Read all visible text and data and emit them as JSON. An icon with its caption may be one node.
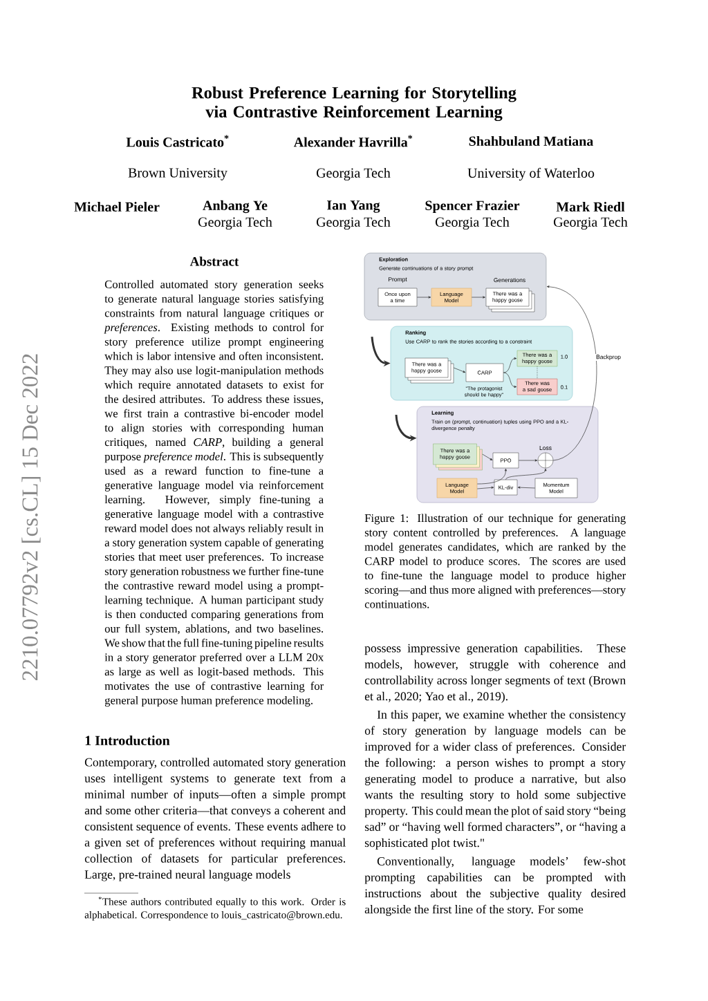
{
  "diagram": {
    "title": "Robust Preference Learning for Storytelling via Contrastive Reinforcement Learning",
    "caption": "Figure 1: Illustration of our technique for generating story content controlled by preferences. A language model generates candidates, which are ranked by the CARP model to produce scores. The scores are used to fine-tune the language model to produce higher scoring—and thus more aligned with preferences—story continuations.",
    "nodes": [
      {
        "text": [
          "Exploration",
          "Generate continuations of a story prompt"
        ]
      },
      {
        "text": [
          "Once upon a time"
        ],
        "in": 0,
        "beside": [
          "Prompt"
        ]
      },
      {
        "text": [
          "Language Model"
        ],
        "in": 0
      },
      {
        "text": [
          "There was a happy goose"
        ],
        "in": 0,
        "beside": [
          "Generations"
        ]
      },
      {
        "text": [
          "Ranking",
          "Use CARP to rank the stories according to a constraint"
        ]
      },
      {
        "text": [
          "There was a happy goose"
        ],
        "in": 4
      },
      {
        "text": [
          "CARP"
        ],
        "in": 4,
        "beside": [
          "\"The protagonist should be happy\""
        ]
      },
      {
        "text": [
          "There was a happy goose"
        ],
        "in": 4,
        "beside": [
          "1.0"
        ]
      },
      {
        "text": [
          "There was a sad goose"
        ],
        "in": 4,
        "beside": [
          "0.1"
        ]
      },
      {
        "text": [
          "Learning",
          "Train on (prompt, continuation) tuples using PPO and a KL-divergence penalty"
        ]
      },
      {
        "text": [
          "There was a happy goose"
        ],
        "in": 9
      },
      {
        "text": [
          "PPO"
        ],
        "in": 9
      },
      {
        "text": [],
        "shape": "circle",
        "in": 9,
        "beside": [
          "Loss"
        ]
      },
      {
        "text": [
          "Language Model"
        ],
        "in": 9
      },
      {
        "text": [
          "KL-div"
        ],
        "in": 9
      },
      {
        "text": [
          "Momentum Model"
        ],
        "in": 9
      }
    ],
    "edges": [
      {
        "from": 1,
        "to": 2,
        "arrow": "to"
      },
      {
        "from": 2,
        "to": 3,
        "arrow": "to"
      },
      {
        "from": 5,
        "to": 6,
        "arrow": "to"
      },
      {
        "from": 6,
        "to": 7,
        "arrow": "to"
      },
      {
        "from": 6,
        "to": 8,
        "arrow": "to"
      },
      {
        "from": 7,
        "to": 8,
        "arrow": "none",
        "style": "dashed"
      },
      {
        "from": 10,
        "to": 11,
        "arrow": "to"
      },
      {
        "from": 11,
        "to": 12,
        "arrow": "to"
      },
      {
        "from": 13,
        "to": 11,
        "arrow": "to"
      },
      {
        "from": 13,
        "to": 14,
        "arrow": "to"
      },
      {
        "from": 15,
        "to": 14,
        "arrow": "to"
      },
      {
        "from": 14,
        "to": 12,
        "arrow": "to"
      },
      {
        "from": 12,
        "to": 0,
        "arrow": "to",
        "label": "Backprop"
      },
      {
        "from": null,
        "to": 4,
        "arrow": "to",
        "style": "thick"
      },
      {
        "from": null,
        "to": 9,
        "arrow": "to",
        "style": "thick"
      }
    ],
    "labels": [
      "Louis Castricato$^{*}$",
      "Brown University",
      "Alexander Havrilla$^{*}$",
      "Georgia Tech",
      "Shahbuland Matiana",
      "University of Waterloo",
      "Michael Pieler",
      "Anbang Ye",
      "Georgia Tech",
      "Ian Yang",
      "Georgia Tech",
      "Spencer Frazier",
      "Georgia Tech",
      "Mark Riedl",
      "Georgia Tech",
      "Abstract",
      "Controlled automated story generation seeks to generate natural language stories satisfying constraints from natural language critiques or *preferences*. Existing methods to control for story preference utilize prompt engineering which is labor intensive and often inconsistent. They may also use logit-manipulation methods which require annotated datasets to exist for the desired attributes. To address these issues, we first train a contrastive bi-encoder model to align stories with corresponding human critiques, named *CARP*, building a general purpose *preference model*. This is subsequently used as a reward function to fine-tune a generative language model via reinforcement learning. However, simply fine-tuning a generative language model with a contrastive reward model does not always reliably result in a story generation system capable of generating stories that meet user preferences. To increase story generation robustness we further fine-tune the contrastive reward model using a prompt-learning technique. A human participant study is then conducted comparing generations from our full system, ablations, and two baselines. We show that the full fine-tuning pipeline results in a story generator preferred over a LLM 20x as large as well as logit-based methods. This motivates the use of contrastive learning for general purpose human preference modeling.",
      "1 Introduction",
      "Contemporary, controlled automated story generation uses intelligent systems to generate text from a minimal number of inputs—often a simple prompt and some other criteria—that conveys a coherent and consistent sequence of events. These events adhere to a given set of preferences without requiring manual collection of datasets for particular preferences. Large, pre-trained neural language models",
      "$^{*}$These authors contributed equally to this work. Order is alphabetical. Correspondence to louis_castricato@brown.edu.",
      "possess impressive generation capabilities. These models, however, struggle with coherence and controllability across longer segments of text (Brown et al., 2020; Yao et al., 2019).",
      "In this paper, we examine whether the consistency of story generation by language models can be improved for a wider class of preferences. Consider the following: a person wishes to prompt a story generating model to produce a narrative, but also wants the resulting story to hold some subjective property. This could mean the plot of said story “being sad” or “having well formed characters”, or “having a sophisticated plot twist.\"",
      "Conventionally, language models’ few-shot prompting capabilities can be prompted with instructions about the subjective quality desired alongside the first line of the story. For some",
      "2210.07792v2 [cs.CL] 15 Dec 2022"
    ]
  }
}
